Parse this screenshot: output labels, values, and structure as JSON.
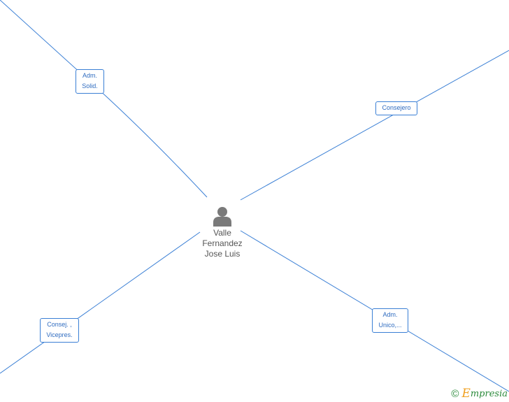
{
  "person": {
    "name_lines": [
      "Valle",
      "Fernandez",
      "Jose Luis"
    ]
  },
  "roles": {
    "top_left": [
      "Adm.",
      "Solid."
    ],
    "top_right": [
      "Consejero"
    ],
    "bottom_left": [
      "Consej. ,",
      "Vicepres."
    ],
    "bottom_right": [
      "Adm.",
      "Unico,..."
    ]
  },
  "brand": {
    "copyright": "©",
    "initial": "E",
    "text": "mpresia"
  },
  "colors": {
    "line": "#3a7fd5",
    "label": "#2f6cc0",
    "person": "#7a7a7a"
  }
}
